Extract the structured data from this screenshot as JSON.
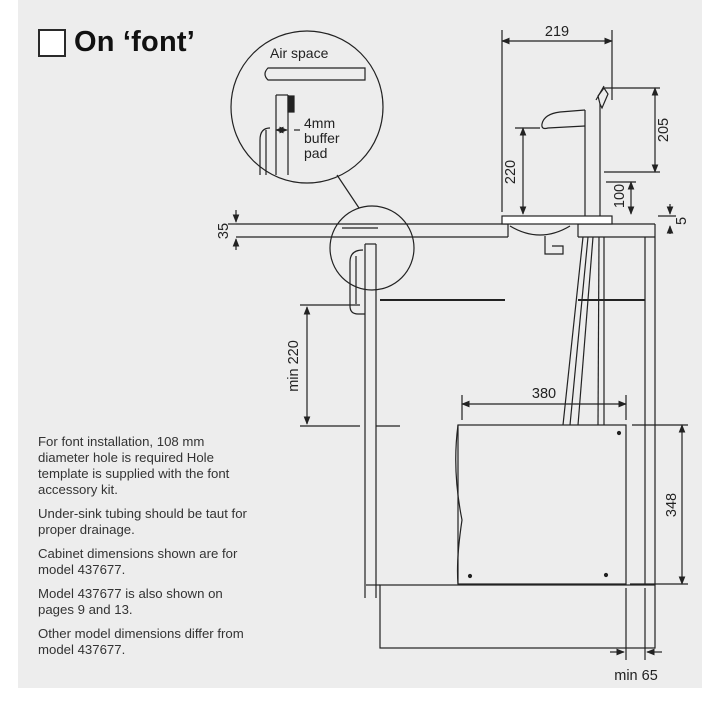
{
  "title": "On ‘font’",
  "notes": [
    "For font installation, 108 mm diameter hole is required Hole template is supplied with the font accessory kit.",
    "Under-sink tubing should be taut for proper drainage.",
    "Cabinet dimensions shown are for model 437677.",
    "Model 437677 is also shown on pages 9 and 13.",
    "Other model dimensions differ from model 437677."
  ],
  "callout": {
    "air_space": "Air space",
    "buffer_line1": "4mm",
    "buffer_line2": "buffer",
    "buffer_line3": "pad"
  },
  "dimensions": {
    "top_width": "219",
    "spout_height": "205",
    "faucet_height": "220",
    "base_height": "100",
    "counter_thickness_right": "5",
    "counter_thickness_left": "35",
    "min_clearance": "min 220",
    "unit_width": "380",
    "unit_height": "348",
    "min_side": "min 65"
  }
}
